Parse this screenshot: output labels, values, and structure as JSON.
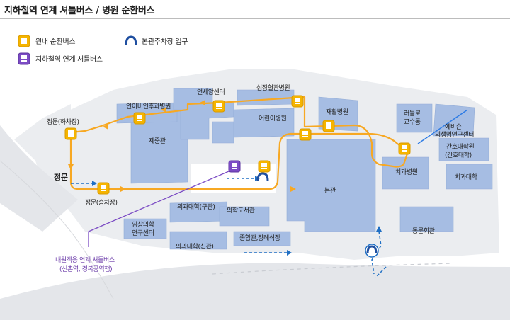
{
  "title": "지하철역 연계 셔틀버스 / 병원 순환버스",
  "legend": {
    "in_hospital_bus": "원내 순환버스",
    "subway_shuttle": "지하철역 연계 셔틀버스",
    "parking_entrance": "본관주차장 입구"
  },
  "colors": {
    "in_hospital_bus": "#f5b400",
    "subway_shuttle": "#7b4bc4",
    "route": "#f7a823",
    "building": "#a6bde3",
    "parking_path": "#1f6fc4"
  },
  "labels": {
    "main_gate": "정문",
    "main_gate_dropoff": "정문(하차장)",
    "main_gate_pickup": "정문(승차장)",
    "rehab_hospital": "안이비인후과병원",
    "cancer_center": "연세암센터",
    "heart_hospital": "심장혈관병원",
    "children_hospital": "어린이병원",
    "rehabilitation": "재활병원",
    "jejung": "제중관",
    "main_building": "본관",
    "dental_hospital": "치과병원",
    "dental_college": "치과대학",
    "nursing_college": "간호대학원",
    "nursing_college_sub": "(간호대학)",
    "avison": "에비슨",
    "avison_sub": "의생명연구센터",
    "faculty_building": "러들로",
    "faculty_building_sub": "교수동",
    "med_college_old": "의과대학(구관)",
    "med_library": "의학도서관",
    "clinical_research": "임상의학",
    "clinical_research_sub": "연구센터",
    "med_college_new": "의과대학(신관)",
    "funeral": "종합관,장례식장",
    "dongmun": "동문회관",
    "shuttle_stop": "내원객용 연계 셔틀버스",
    "shuttle_stop_sub": "(신촌역, 경복궁역행)"
  }
}
